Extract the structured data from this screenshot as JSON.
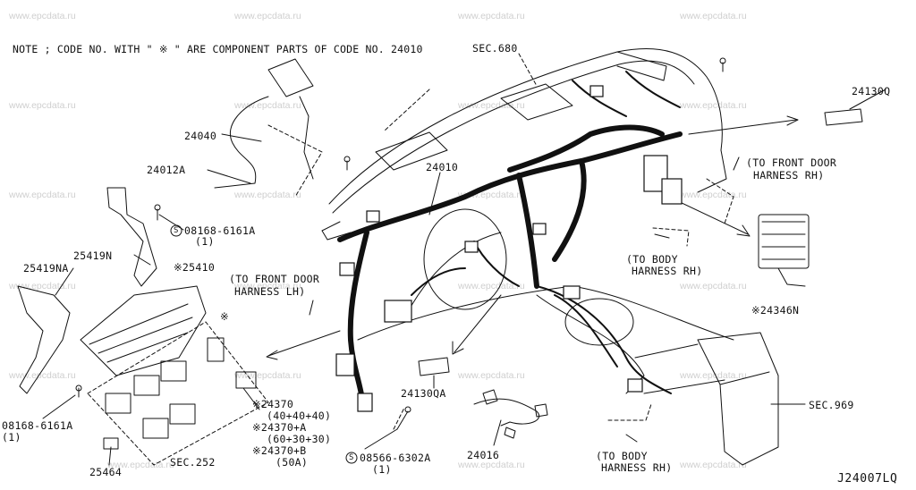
{
  "note": "NOTE ; CODE NO. WITH \" ※ \" ARE COMPONENT PARTS OF CODE NO. 24010",
  "diagram_code": "J24007LQ",
  "watermark": "www.epcdata.ru",
  "labels": {
    "sec680": "SEC.680",
    "p24040": "24040",
    "p24012a": "24012A",
    "p24010": "24010",
    "p24130q": "24130Q",
    "front_door_rh_1": "(TO FRONT DOOR",
    "front_door_rh_2": "HARNESS RH)",
    "bolt_08168_top": "08168-6161A",
    "bolt_08168_top_qty": "(1)",
    "p25419n": "25419N",
    "p25410": "※25410",
    "p25419na": "25419NA",
    "front_door_lh_1": "(TO FRONT DOOR",
    "front_door_lh_2": "HARNESS LH)",
    "body_rh_mid_1": "(TO BODY",
    "body_rh_mid_2": "HARNESS RH)",
    "p24346n": "※24346N",
    "star_small": "※",
    "p24130qa": "24130QA",
    "p24370": "※24370",
    "p24370_q": "(40+40+40)",
    "p24370a": "※24370+A",
    "p24370a_q": "(60+30+30)",
    "p24370b": "※24370+B",
    "p24370b_q": "(50A)",
    "bolt_08168_left": "08168-6161A",
    "bolt_08168_left_qty": "(1)",
    "bolt_08566": "08566-6302A",
    "bolt_08566_qty": "(1)",
    "p24016": "24016",
    "sec969": "SEC.969",
    "body_rh_bot_1": "(TO BODY",
    "body_rh_bot_2": "HARNESS RH)",
    "p25464": "25464",
    "sec252": "SEC.252",
    "s_mark": "S"
  }
}
